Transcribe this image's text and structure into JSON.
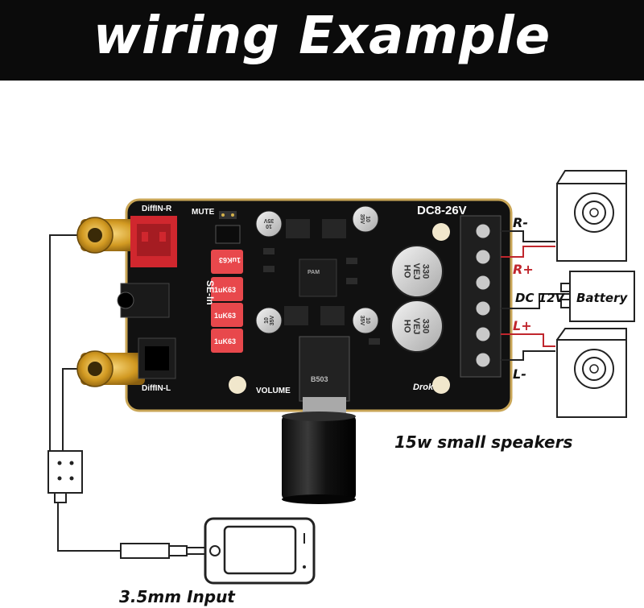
{
  "banner": {
    "title": "wiring Example"
  },
  "board": {
    "silkscreen": {
      "diffin_r": "DiffIN-R",
      "diffin_l": "DiffIN-L",
      "mute": "MUTE",
      "se_in": "SE-In",
      "volume": "VOLUME",
      "power_range": "DC8-26V",
      "brand": "Drok",
      "cap_large": "330\nVEJ\nHO",
      "cap_small": "10\n35V",
      "resistor": "1uK63",
      "chip_mark": "PAM",
      "pot_mark": "B503"
    }
  },
  "terminals": {
    "r_minus": "R-",
    "r_plus": "R+",
    "dc": "DC 12V",
    "l_plus": "L+",
    "l_minus": "L-"
  },
  "battery": {
    "label": "Battery"
  },
  "captions": {
    "speakers": "15w small speakers",
    "input": "3.5mm Input"
  },
  "colors": {
    "banner": "#0b0b0b",
    "board": "#111111",
    "board_edge": "#c9a657",
    "rca_gold": "#d8a530",
    "red_accent": "#d0272e",
    "wire_red": "#c0262d"
  }
}
